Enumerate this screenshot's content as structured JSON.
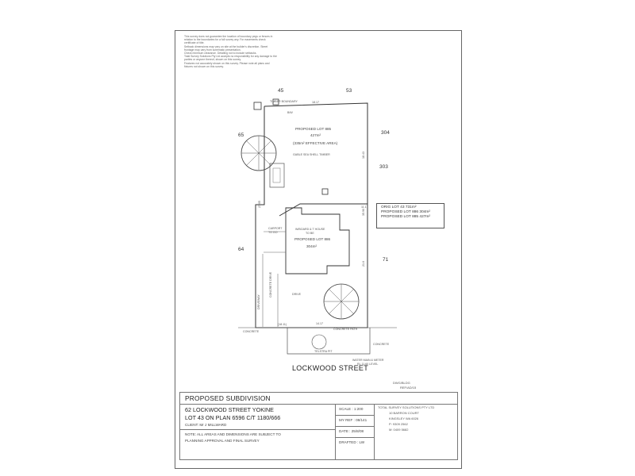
{
  "notes": [
    "This survey does not guarantee the location of boundary pegs or fences in relation to the boundaries for a full survey any. For easements check certificate of title.",
    "Setback dimensions may vary on site at the builder's discretion. Street frontage may vary from schematic presentation.",
    "Check minimum clearance. Detailing not to include setbacks.",
    "Total Survey Solutions Pty Ltd accepts no responsibility for any damage to the parties or anyone thereof, shown on this survey.",
    "Features not accurately shown on this survey. Please note all plans and fixtures not shown on this survey."
  ],
  "plan": {
    "neighbours": {
      "n45": "45",
      "n53": "53",
      "n65": "65",
      "n304": "304",
      "n303": "303",
      "n64": "64",
      "n71": "71"
    },
    "top_dims": {
      "d1": "18.17",
      "d2": "TIMBER BOUNDARY",
      "d3": "B/W"
    },
    "lot_rear": {
      "title": "PROPOSED LOT 885",
      "area": "427m²",
      "effective": "(335m² EFFECTIVE AREA)",
      "shed": "GABLE SEA SHELL TIMBER"
    },
    "lot_front": {
      "house": "W/BOARD & T HOUSE",
      "house2": "TO BE",
      "title": "PROPOSED LOT 886",
      "area": "304m²"
    },
    "side_dims": {
      "left_upper": "27.05",
      "right_upper": "18.43",
      "right_mid": "35.90",
      "mid": "11.17",
      "right_low": "21.6"
    },
    "driveway_labels": {
      "d1": "DRIVE",
      "d2": "CONCRETE DRIVE",
      "d3": "DRIVEWAY",
      "d4": "CARPORT",
      "d5": "TO GO"
    },
    "bottom_dims": {
      "b1": "(18.11)",
      "b2": "14.17",
      "b3": "CONCRETE PATH"
    },
    "kerb": {
      "k1": "CONCRETE",
      "k2": "CONCRETE",
      "k3": "TELSTRA PIT",
      "k4": "WATER MAIN & METER",
      "k5": "RL 11.60 LEVEL"
    },
    "street": "LOCKWOOD STREET"
  },
  "areas": {
    "orig": "ORIG LOT 43 731m²",
    "lot886": "PROPOSED LOT 886 304m²",
    "lot885": "PROPOSED LOT 885 427m²"
  },
  "title_block": {
    "heading": "PROPOSED  SUBDIVISION",
    "address": "62 LOCKWOOD STREET YOKINE",
    "lot": "LOT 43 ON PLAN 6596 C/T 1180/666",
    "client": "CLIENT: Mr J MILLWARD",
    "note1": "NOTE: ALL AREAS AND DIMENSIONS ARE SUBJECT TO",
    "note2": "PLANNING APPROVAL AND FINAL SURVEY",
    "scale": "SCALE : 1:200",
    "job": "MY REF : 08/141",
    "date": "DATE : 25/8/08",
    "drafted": "DRAFTED : LW",
    "firm": "TOTAL SURVEY SOLUTIONS PTY LTD",
    "addr1": "10 BARRON COURT",
    "addr2": "KINGSLEY WA 6026",
    "phone": "P: 9309 2562",
    "mobile": "M: 0409 5682",
    "dwg1": "DWG/BLDG",
    "dwg2": "REF/AD/15"
  }
}
